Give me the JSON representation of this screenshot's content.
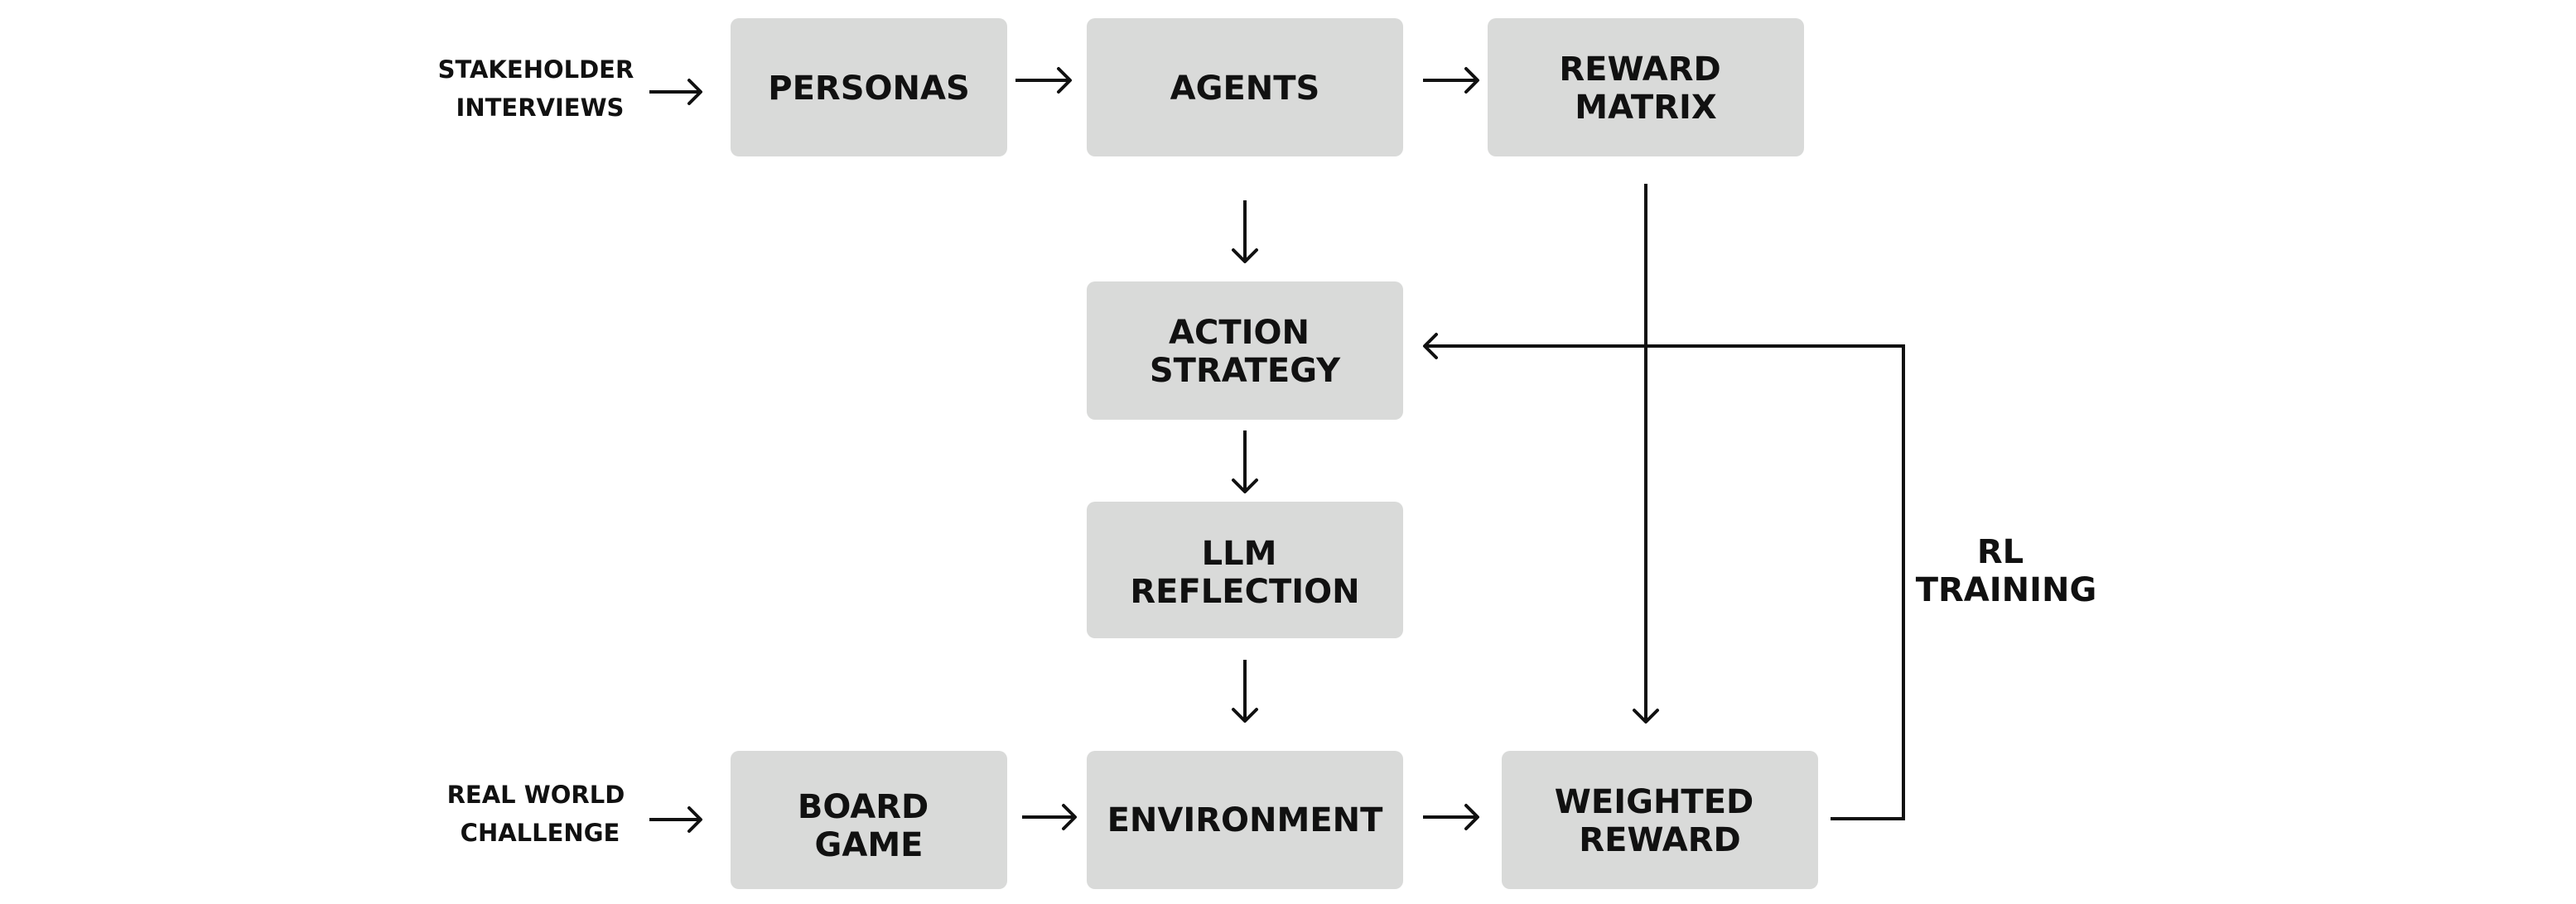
{
  "boxes": {
    "personas": [
      "PERSONAS"
    ],
    "agents": [
      "AGENTS"
    ],
    "reward_matrix": [
      "REWARD",
      "MATRIX"
    ],
    "action_strategy": [
      "ACTION",
      "STRATEGY"
    ],
    "llm_reflection": [
      "LLM",
      "REFLECTION"
    ],
    "board_game": [
      "BOARD",
      "GAME"
    ],
    "environment": [
      "ENVIRONMENT"
    ],
    "weighted_reward": [
      "WEIGHTED",
      "REWARD"
    ]
  },
  "inputs": {
    "stakeholder_interviews": [
      "STAKEHOLDER",
      "INTERVIEWS"
    ],
    "real_world_challenge": [
      "REAL WORLD",
      "CHALLENGE"
    ]
  },
  "labels": {
    "rl_training": [
      "RL",
      "TRAINING"
    ]
  },
  "colors": {
    "box_fill": "#d9dad9",
    "stroke": "#111111"
  }
}
